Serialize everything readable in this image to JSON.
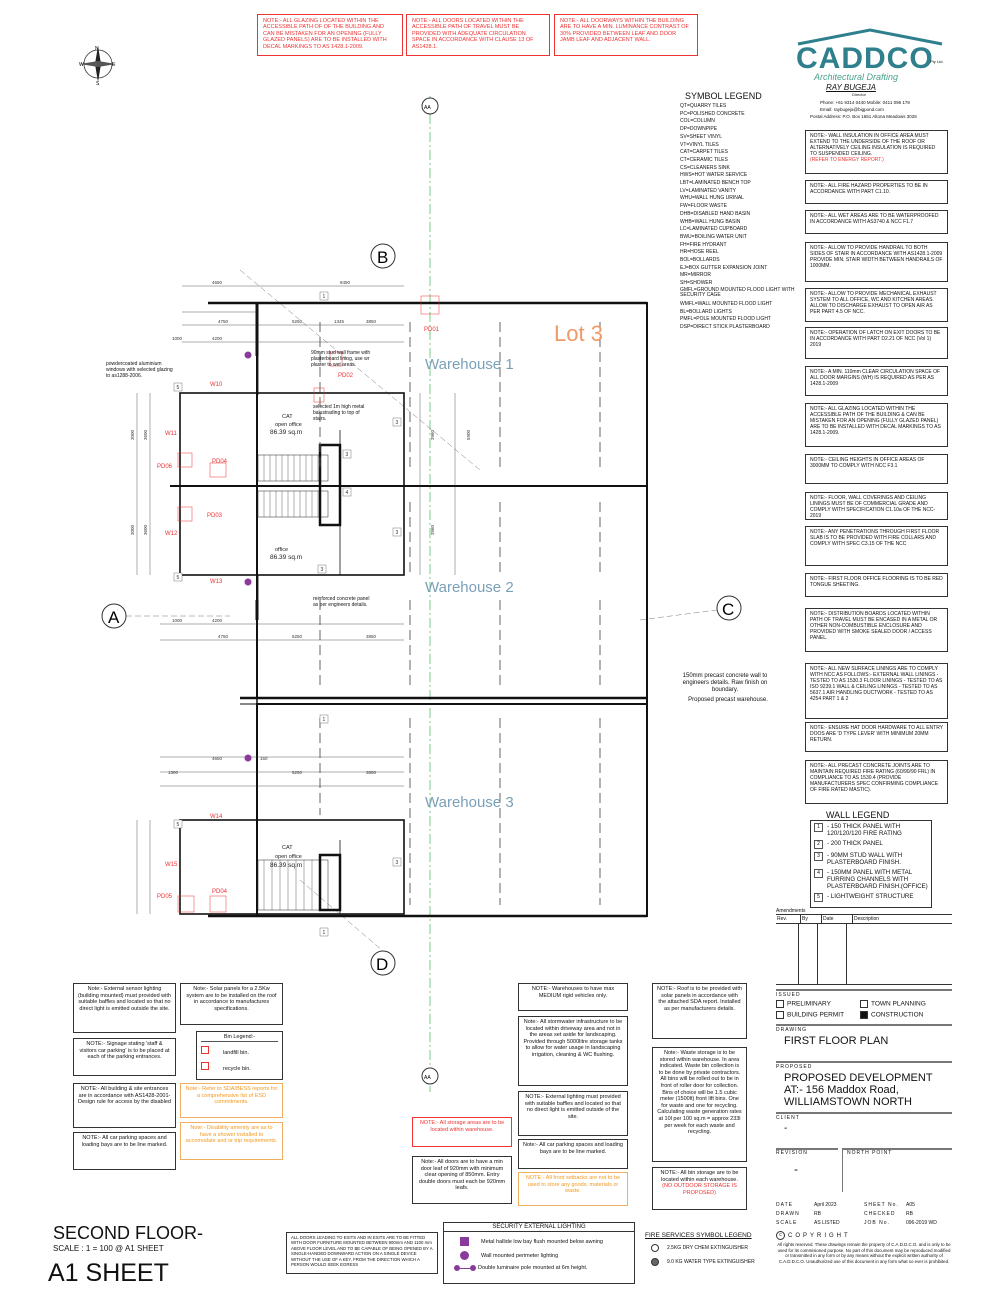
{
  "top_notes": [
    "NOTE:- ALL GLAZING LOCATED WITHIN THE ACCESSIBLE PATH OF OF THE BUILDING AND CAN BE MISTAKEN FOR AN OPENING (FULLY GLAZED PANELS) ARE TO BE INSTALLED WITH DECAL MARKINGS TO AS 1428.1-2009.",
    "NOTE:- ALL DOORS LOCATED WITHIN THE ACCESSIBLE PATH OF TRAVEL MUST BE PROVIDED WITH ADEQUATE CIRCULATION SPACE IN ACCORDANCE WITH CLAUSE 13 OF AS1428.1.",
    "NOTE:- ALL DOORWAYS WITHIN THE BUILDING ARE TO HAVE A MIN. LUMINANCE CONTRAST OF 30% PROVIDED BETWEEN LEAF AND DOOR JAMB LEAF AND ADJACENT WALL."
  ],
  "company": {
    "logo": "CADDCO",
    "tagline": "Architectural Drafting",
    "suffix": "Pty Ltd.",
    "name": "RAY BUGEJA",
    "role": "Director",
    "phone": "Phone: +61 9314 0440  Mobile: 0411 096 178",
    "email": "Email: raybugeja@bigpond.com",
    "postal": "Postal Address: P.O. Box 1651 Altona Meadows 3028"
  },
  "symbol_legend": {
    "title": "SYMBOL LEGEND",
    "items": [
      "QT=QUARRY TILES",
      "PC=POLISHED CONCRETE",
      "COL=COLUMN",
      "DP=DOWNPIPE",
      "SV=SHEET VINYL",
      "VT=VINYL TILES",
      "CAT=CARPET TILES",
      "CT=CERAMIC TILES",
      "CS=CLEANERS SINK",
      "HWS=HOT WATER SERVICE",
      "LBT=LAMINATED BENCH TOP",
      "LV=LAMINATED VANITY",
      "WHU=WALL HUNG URINAL",
      "FW=FLOOR WASTE",
      "DHB=DISABLED HAND BASIN",
      "WHB=WALL HUNG BASIN",
      "LC=LAMINATED CUPBOARD",
      "BWU=BOILING WATER UNIT",
      "FH=FIRE HYDRANT",
      "HR=HOSE REEL",
      "BOL=BOLLARDS",
      "EJ=BOX GUTTER EXPANSION JOINT",
      "MR=MIRROR",
      "SH=SHOWER",
      "GMFL=GROUND MOUNTED FLOOD LIGHT WITH SECURITY CAGE",
      "WMFL=WALL MOUNTED FLOOD LIGHT",
      "BL=BOLLARD LIGHTS",
      "PMFL=POLE MOUNTED FLOOD LIGHT",
      "DSP=DIRECT STICK PLASTERBOARD"
    ]
  },
  "right_notes": [
    {
      "text": "NOTE:- WALL INSULATION IN OFFICE AREA MUST EXTEND TO THE UNDERSIDE OF THE ROOF OR ALTERNATIVELY CEILING INSULATION IS REQUIRED TO SUSPENDED CEILING.",
      "extra": "(REFER TO ENERGY REPORT.)"
    },
    {
      "text": "NOTE:- ALL FIRE HAZARD PROPERTIES TO BE IN ACCORDANCE WITH PART C1.10."
    },
    {
      "text": "NOTE:- ALL WET AREAS ARE TO BE WATERPROOFED IN ACCORDANCE WITH AS3740 & NCC F1.7"
    },
    {
      "text": "NOTE:- ALLOW TO PROVIDE HANDRAIL TO BOTH SIDES OF STAIR IN ACCORDANCE WITH AS1428.1-2009 PROVIDE MIN. STAIR WIDTH BETWEEN HANDRAILS OF 1000MM."
    },
    {
      "text": "NOTE:- ALLOW TO PROVIDE MECHANICAL EXHAUST SYSTEM TO ALL OFFICE, WC AND KITCHEN AREAS. ALLOW TO DISCHARGE EXHAUST TO OPEN AIR AS PER PART 4.5 OF NCC."
    },
    {
      "text": "NOTE:- OPERATION OF LATCH ON EXIT DOORS TO BE IN ACCORDANCE WITH PART D2.21 OF NCC (Vol 1) 2019"
    },
    {
      "text": "NOTE:- A MIN. 110mm CLEAR CIRCULATION SPACE OF ALL DOOR MARGINS (WH) IS REQUIRED AS PER AS 1428.1-2009"
    },
    {
      "text": "NOTE:- ALL GLAZING LOCATED WITHIN THE ACCESSIBLE PATH OF THE BUILDING & CAN BE MISTAKEN FOR AN OPENING (FULLY GLAZED PANEL) ARE TO BE INSTALLED WITH DECAL MARKINGS TO AS 1428.1-2009."
    },
    {
      "text": "NOTE:- CEILING HEIGHTS IN OFFICE AREAS OF 3000MM TO COMPLY WITH NCC F3.1"
    },
    {
      "text": "NOTE:- FLOOR, WALL COVERINGS AND CEILING LININGS MUST BE OF COMMERCIAL GRADE AND COMPLY WITH SPECIFICATION C1.10a OF THE NCC-2019"
    },
    {
      "text": "NOTE:- ANY PENETRATIONS THROUGH FIRST FLOOR SLAB IS TO BE PROVIDED WITH FIRE COLLARS AND COMPLY WITH SPEC C3.15 OF THE NCC"
    },
    {
      "text": "NOTE:- FIRST FLOOR OFFICE FLOORING IS TO BE RED TONGUE SHEETING."
    },
    {
      "text": "NOTE:- DISTRIBUTION BOARDS LOCATED WITHIN PATH OF TRAVEL MUST BE ENCASED IN A METAL OR OTHER NON-COMBUSTIBLE ENCLOSURE AND PROVIDED WITH SMOKE SEALED DOOR / ACCESS PANEL."
    },
    {
      "text": "NOTE:- ALL NEW SURFACE LININGS ARE TO COMPLY WITH NCC AS FOLLOWS:- EXTERNAL WALL LININGS - TESTED TO AS 1530.3 FLOOR LININGS - TESTED TO AS ISO 9239.1 WALL & CEILING LININGS - TESTED TO AS 5637.1 AIR HANDLING DUCTWORK - TESTED TO AS 4254 PART 1 & 2"
    },
    {
      "text": "NOTE:- ENSURE HAT DOOR HARDWARE TO ALL ENTRY DOOS ARE 'D TYPE LEVER' WITH MINIMUM 20MM RETURN."
    },
    {
      "text": "NOTE:- ALL PRECAST CONCRETE JOINTS ARE TO MAINTAIN REQUIRED FIRE RATING (60/90/90 FRL) IN COMPLIANCE TO AS 1530.4 (PROVIDE MANUFACTURERS SPEC CONFIRMING COMPLIANCE OF FIRE RATED MASTIC)."
    }
  ],
  "wall_legend": {
    "title": "WALL LEGEND",
    "items": [
      {
        "num": "1",
        "text": "- 150 THICK PANEL WITH 120/120/120 FIRE RATING"
      },
      {
        "num": "2",
        "text": "- 200 THICK PANEL"
      },
      {
        "num": "3",
        "text": "- 90MM STUD WALL WITH PLASTERBOARD FINISH."
      },
      {
        "num": "4",
        "text": "- 150MM PANEL WITH METAL FURRING CHANNELS WITH PLASTERBOARD FINISH.(OFFICE)"
      },
      {
        "num": "5",
        "text": "- LIGHTWEIGHT STRUCTURE"
      }
    ]
  },
  "plan": {
    "lot": "Lot 3",
    "warehouses": [
      "Warehouse 1",
      "Warehouse 2",
      "Warehouse 3"
    ],
    "grid": [
      "A",
      "B",
      "C",
      "D"
    ],
    "grid_aa": "AA",
    "office_label": "CAT",
    "office_sub": "open office",
    "office_area": "86.39 sq.m",
    "lower_office_label": "office",
    "note_precast": "150mm precast concrete wall to engineers details. Raw finish on boundary.",
    "note_precast2": "Proposed precast warehouse.",
    "note_stud": "90mm stud wall frame with plasterboard lining, use wr plaster to wet areas.",
    "note_balustrade": "selected 1m high metal balustrading to top of stairs.",
    "note_panel": "reinforced concrete panel as per engineers details.",
    "note_windows": "powdercoated aluminium windows with selected glazing to as1288-2006.",
    "tags": [
      "PD01",
      "PD02",
      "PD03",
      "PD04",
      "PD05",
      "PD06",
      "W10",
      "W11",
      "W12",
      "W13",
      "W14",
      "W15",
      "PD04"
    ],
    "dims": [
      "4650",
      "8450",
      "4750",
      "5250",
      "1345",
      "3850",
      "4200",
      "1000",
      "1300",
      "150",
      "3000",
      "3600",
      "3960",
      "5900"
    ]
  },
  "bottom_notes": {
    "n1": "Note:- External sensor lighting (building mounted) must provided with suitable baffles and located so that no direct light is emitted outside the site.",
    "n2": "Note:- Solar panels for a 2.5Kw system are to be installed on the roof in accordance to manufactures specifications.",
    "bin_title": "Bin Legend:-",
    "bin1": "landfill bin.",
    "bin2": "recycle bin.",
    "n3": "NOTE:- Signage stating 'staff & visitors car parking' is to be placed at each of the parking entrances.",
    "n4": "NOTE:- All building & site entrances are in accordance with AS1428-2001- Design rule for access by the disabled",
    "n4o": "Note:- Refer to SDA/BESS reports for a comprehensive list of ESD commitments.",
    "n5": "NOTE:- All car parking spaces and loading bays are to be line marked.",
    "n5o": "Note:- Disability amenity are as to have a shower installed to accomodate and or trip requirements.",
    "n6": "NOTE:- Warehouses to have max MEDIUM rigid vehicles only.",
    "n7": "NOTE:- Roof is to be provided with solar panels in accordance with the attached SDA report. Installed as per manufacturers details.",
    "n8": "Note:- All stormwater infrastructure to be located within driveway area and not in the areas set aside for landscaping. Provided through 5000litre storage tanks to allow for water usage in landscaping irrigation, cleaning & WC flushing.",
    "n9": "Note:- Waste storage is to be stored within warehouse. In area indicated. Waste bin collection is to be done by private contractors. All bins will be rolled out to be in front of roller door for collection. Bins of choice will be 1.5 cubic meter (1500lt) front lift bins. One for waste and one for recycling. Calculating waste generation rates at 10l per 100 sq.m = approx 233l per week for each waste and recycling.",
    "n10": "NOTE:- External lighting must provided with suitable baffles and located so that no direct light is emitted outside of the site.",
    "n11": "NOTE:- All storage areas are to be located within warehouse.",
    "n12": "Note:- All car parking spaces and loading bays are to be line marked.",
    "n13": "Note:- All doors are to have a min door leaf of 920mm with minimum clear opening of 850mm. Entry double doors must each be 920mm leafs.",
    "n14": "NOTE:- All front setbacks are not to be used to store any goods, materials or waste.",
    "n15": "NOTE:- All bin storage are to be located within each warehouse.",
    "n15o": "(NO OUTDOOR STORAGE IS PROPOSED)",
    "exit_note": "ALL DOORS LEADING TO EXITS AND IN EXITS ARE TO BE FITTED WITH DOOR FURNITURE MOUNTED BETWEEN 900mm AND 1100 mm ABOVE FLOOR LEVEL AND TO BE CAPABLE OF BEING OPENED BY A SINGLE-HANDED DOWNWARD ACTION ON A SINGLE DEVICE WITHOUT THE USE OF A KEY, FROM THE DIRECTION WHICH A PERSON WOULD SEEK EGRESS"
  },
  "security": {
    "title": "SECURITY EXTERNAL LIGHTING",
    "items": [
      "Metal hallide low bay flush mounted below awning",
      "Wall mounted perimeter lighting",
      "Double luminaire pole mounted at 6m height."
    ]
  },
  "fire": {
    "title": "FIRE SERVICES SYMBOL LEGEND",
    "items": [
      "2.5KG DRY CHEM EXTINGUISHER",
      "9.0 KG WATER TYPE EXTINGUISHER"
    ]
  },
  "sheet": {
    "title": "SECOND FLOOR-",
    "scale": "SCALE : 1 = 100 @ A1 SHEET",
    "size": "A1 SHEET"
  },
  "title_block": {
    "amendments": "Amendments",
    "amend_cols": [
      "Rev.",
      "By",
      "Date",
      "Description"
    ],
    "issued": "ISSUED",
    "preliminary": "PRELIMINARY",
    "town_planning": "TOWN PLANNING",
    "building_permit": "BUILDING PERMIT",
    "construction": "CONSTRUCTION",
    "drawing_label": "DRAWING",
    "drawing": "FIRST FLOOR PLAN",
    "proposed_label": "PROPOSED",
    "project1": "PROPOSED DEVELOPMENT",
    "project2": "AT:- 156 Maddox Road,",
    "project3": "WILLIAMSTOWN NORTH",
    "client_label": "CLIENT",
    "client": "-",
    "revision_label": "REVISION",
    "north_label": "NORTH POINT",
    "revision": "-",
    "date_label": "DATE",
    "date": "April 2023",
    "drawn_label": "DRAWN",
    "drawn": "RB",
    "scale_label": "SCALE",
    "scale": "AS LISTED",
    "sheet_no_label": "SHEET No.",
    "sheet_no": "A05",
    "checked_label": "CHECKED",
    "checked": "RB",
    "job_label": "JOB No.",
    "job": "096-2019 WD",
    "copyright": "COPYRIGHT",
    "copyright_text": "All rights reserved. These drawings remain the property of C.A.D.D.C.O. and is only to be used for its commisioned purpose. No part of this document may be reproduced modified or transmitted in any form or by any means without the explicit written authority of C.A.D.D.C.O. Unauthorized use of this document in any form what so ever is prohibited."
  },
  "colors": {
    "red": "#e33333",
    "teal": "#2f7f8c",
    "orange": "#f39a22",
    "purple": "#8a3a9a",
    "blueText": "#7aa0b8",
    "lot": "#ee9a66"
  }
}
